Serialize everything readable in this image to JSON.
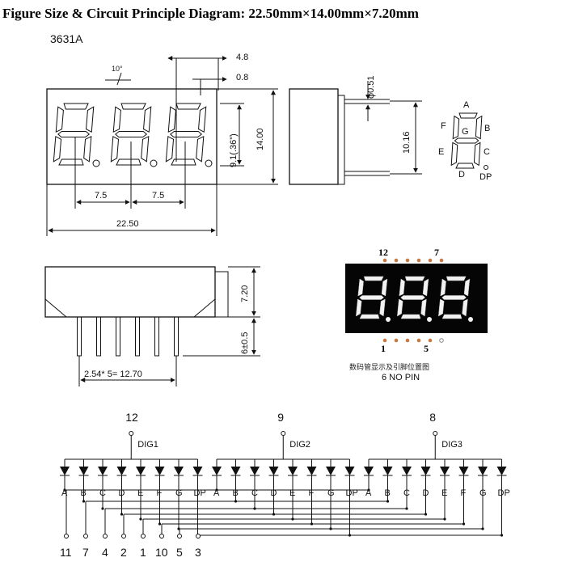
{
  "title": "Figure Size & Circuit Principle Diagram: 22.50mm×14.00mm×7.20mm",
  "model": "3631A",
  "dims": {
    "angle": "10°",
    "d48": "4.8",
    "d08": "0.8",
    "d14": "14.00",
    "d91": "9.1(.36\")",
    "d75a": "7.5",
    "d75b": "7.5",
    "d2250": "22.50",
    "d051": "φ0.51",
    "d1016": "10.16",
    "d720": "7.20",
    "d61": "6±0.5",
    "pitch": "2.54* 5= 12.70"
  },
  "segment_labels": {
    "a": "A",
    "b": "B",
    "c": "C",
    "d": "D",
    "e": "E",
    "f": "F",
    "g": "G",
    "dp": "DP"
  },
  "photo": {
    "top_left_pin": "12",
    "top_right_pin": "7",
    "bottom_left_pin": "1",
    "bottom_right_pin": "5",
    "caption_cn": "数码管显示及引脚位置图",
    "caption_en": "6 NO PIN"
  },
  "circuit": {
    "digits": [
      {
        "pin": "12",
        "name": "DIG1"
      },
      {
        "pin": "9",
        "name": "DIG2"
      },
      {
        "pin": "8",
        "name": "DIG3"
      }
    ],
    "segments": [
      "A",
      "B",
      "C",
      "D",
      "E",
      "F",
      "G",
      "DP"
    ],
    "bottom_pins": [
      "11",
      "7",
      "4",
      "2",
      "1",
      "10",
      "5",
      "3"
    ]
  }
}
